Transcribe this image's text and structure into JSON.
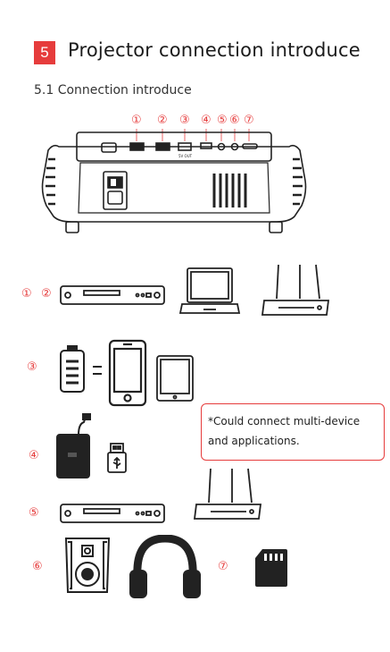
{
  "section": {
    "number": "5",
    "title": "Projector connection introduce",
    "subtitle": "5.1 Connection introduce"
  },
  "projector": {
    "port_numbers": [
      "①",
      "②",
      "③",
      "④",
      "⑤",
      "⑥",
      "⑦"
    ],
    "port_label": "5V OUT"
  },
  "rows": {
    "row1_labels": [
      "①",
      "②"
    ],
    "row3_label": "③",
    "row4_label": "④",
    "row5_label": "⑤",
    "row6_label": "⑥",
    "row7_label": "⑦"
  },
  "note": {
    "line1": "*Could connect multi-device",
    "line2": "and applications."
  },
  "colors": {
    "accent": "#e63c3c",
    "line": "#222222"
  }
}
